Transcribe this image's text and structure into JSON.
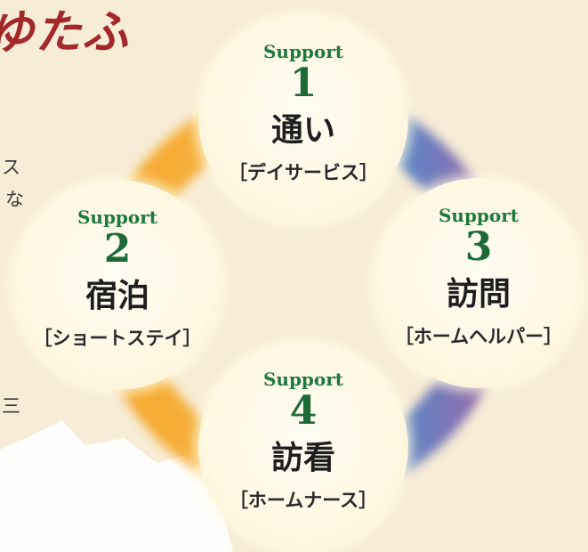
{
  "header": {
    "title_fragment": "ゆたふ"
  },
  "left_text": [
    "ス",
    "な",
    "三"
  ],
  "supports": [
    {
      "label": "Support",
      "number": "1",
      "title": "通い",
      "subtitle": "［デイサービス］"
    },
    {
      "label": "Support",
      "number": "2",
      "title": "宿泊",
      "subtitle": "［ショートステイ］"
    },
    {
      "label": "Support",
      "number": "3",
      "title": "訪問",
      "subtitle": "［ホームヘルパー］"
    },
    {
      "label": "Support",
      "number": "4",
      "title": "訪看",
      "subtitle": "［ホームナース］"
    }
  ],
  "colors": {
    "background": "#f7ecd6",
    "accent_green": "#1d7a3c",
    "title_red": "#a3282a",
    "ring_orange": "#f4a21c",
    "ring_blue": "#3a8fce",
    "ring_purple": "#8a5aa8"
  }
}
